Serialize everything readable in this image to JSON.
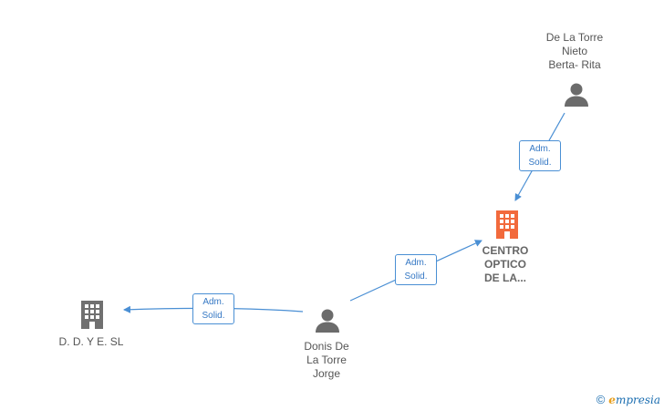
{
  "nodes": {
    "rita": {
      "lines": [
        "De La Torre",
        "Nieto",
        "Berta- Rita"
      ],
      "icon": "person-icon"
    },
    "centro": {
      "lines": [
        "CENTRO",
        "OPTICO",
        "DE LA..."
      ],
      "icon": "building-icon",
      "color": "#f26a3c"
    },
    "jorge": {
      "lines": [
        "Donis De",
        "La Torre",
        "Jorge"
      ],
      "icon": "person-icon"
    },
    "dye": {
      "lines": [
        "D. D. Y E.  SL"
      ],
      "icon": "building-icon",
      "color": "#707070"
    }
  },
  "edges": [
    {
      "from": "rita",
      "to": "centro",
      "label": [
        "Adm.",
        "Solid."
      ]
    },
    {
      "from": "jorge",
      "to": "centro",
      "label": [
        "Adm.",
        "Solid."
      ]
    },
    {
      "from": "jorge",
      "to": "dye",
      "label": [
        "Adm.",
        "Solid."
      ]
    }
  ],
  "colors": {
    "edge": "#4a8fd4",
    "person": "#6b6b6b"
  },
  "watermark": {
    "copyright": "©",
    "brand_first": "e",
    "brand_rest": "mpresia"
  }
}
